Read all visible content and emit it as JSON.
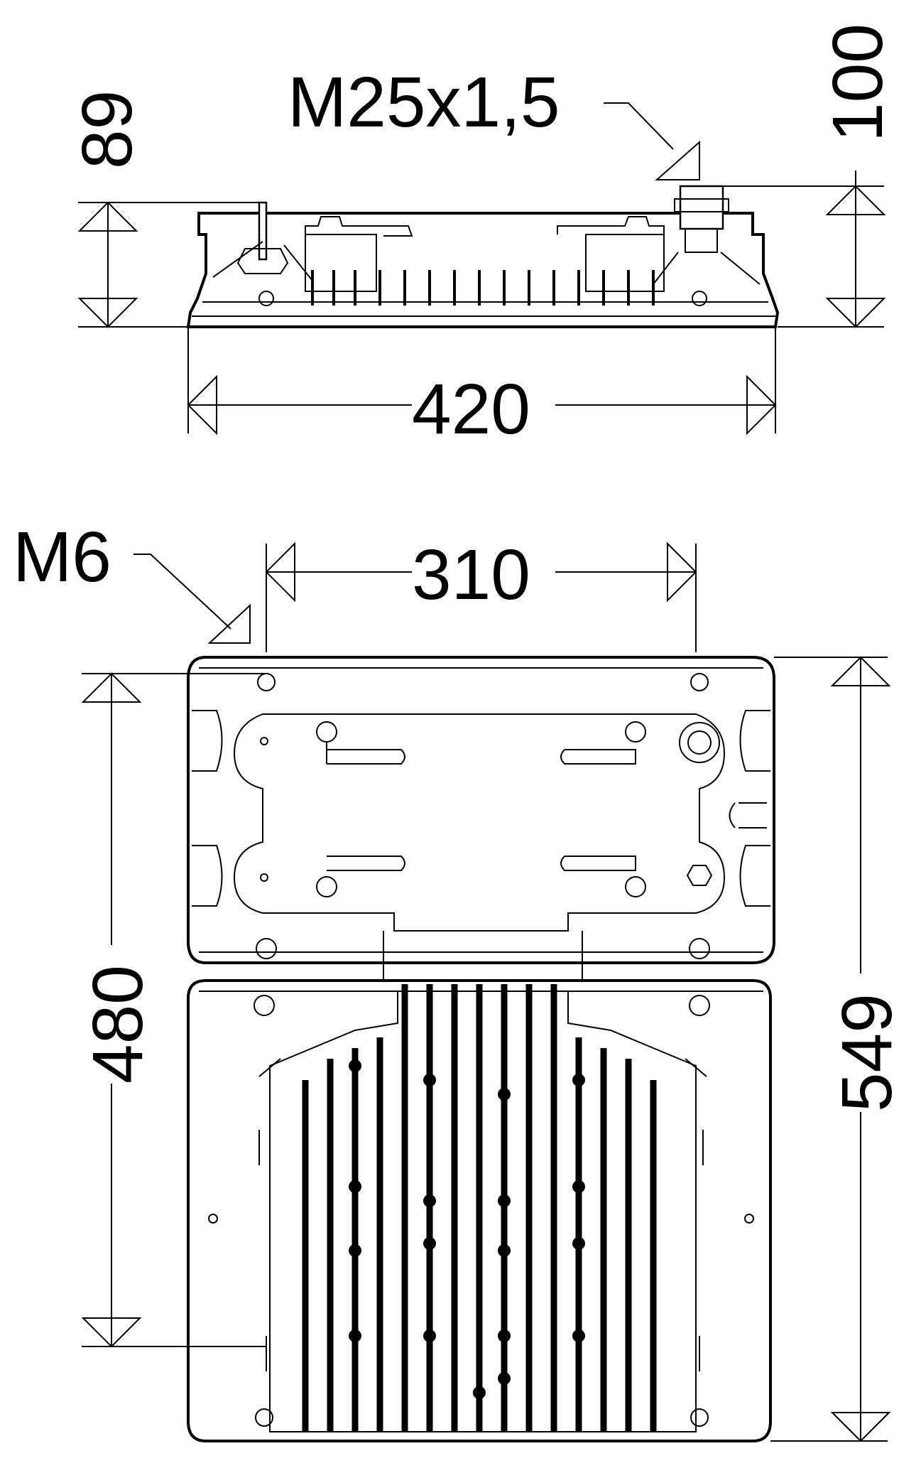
{
  "side_view": {
    "thread_label": "M25x1,5",
    "height_left": "89",
    "height_right": "100",
    "width": "420"
  },
  "top_view": {
    "bolt_label": "M6",
    "hole_spacing": "310",
    "depth_left": "480",
    "depth_right": "549"
  }
}
